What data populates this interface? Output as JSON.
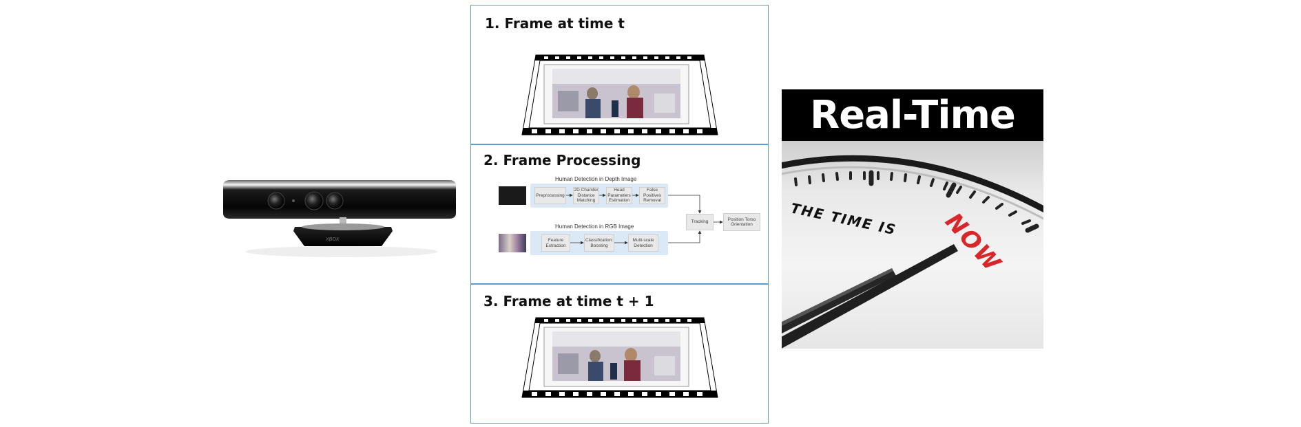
{
  "panels": {
    "frame_t": {
      "title": "1. Frame at time t"
    },
    "processing": {
      "title": "2. Frame Processing",
      "depth_section": "Human Detection in Depth Image",
      "rgb_section": "Human Detection in RGB Image",
      "depth_steps": [
        "Preprocessing",
        "2D Chamfer Distance Matching",
        "Head Parameters Estimation",
        "False Positives Removal"
      ],
      "rgb_steps": [
        "Feature Extraction",
        "Classification: Boosting",
        "Multi-scale Detection"
      ],
      "tracking": "Tracking",
      "output": "Position Torso Orientation"
    },
    "frame_t1": {
      "title": "3. Frame at time t + 1"
    }
  },
  "realtime": {
    "header": "Real-Time",
    "clock_text": "THE TIME IS",
    "clock_now": "NOW"
  },
  "kinect": {
    "logo": "XBOX"
  },
  "colors": {
    "panel_border": "#5b9bd5",
    "stage_bg": "#dbe9f6",
    "now_red": "#d9262b"
  }
}
